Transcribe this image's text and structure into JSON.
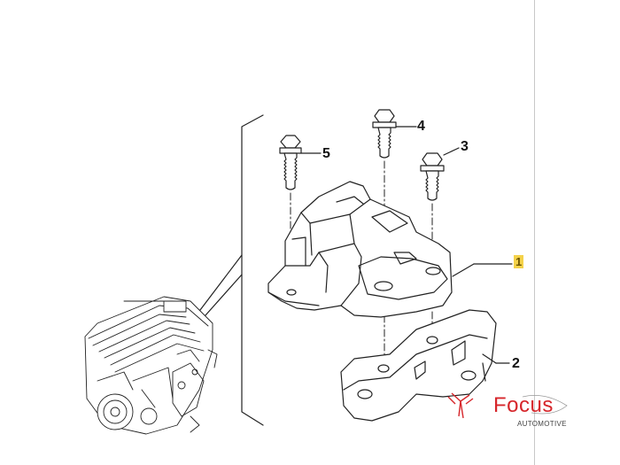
{
  "callouts": {
    "c1": "1",
    "c2": "2",
    "c3": "3",
    "c4": "4",
    "c5": "5"
  },
  "brand": {
    "name": "Focus",
    "tagline": "AUTOMOTIVE",
    "color": "#d6262b"
  },
  "icons": [
    "bolt",
    "engine-mount",
    "bracket",
    "engine",
    "focus-logo"
  ]
}
